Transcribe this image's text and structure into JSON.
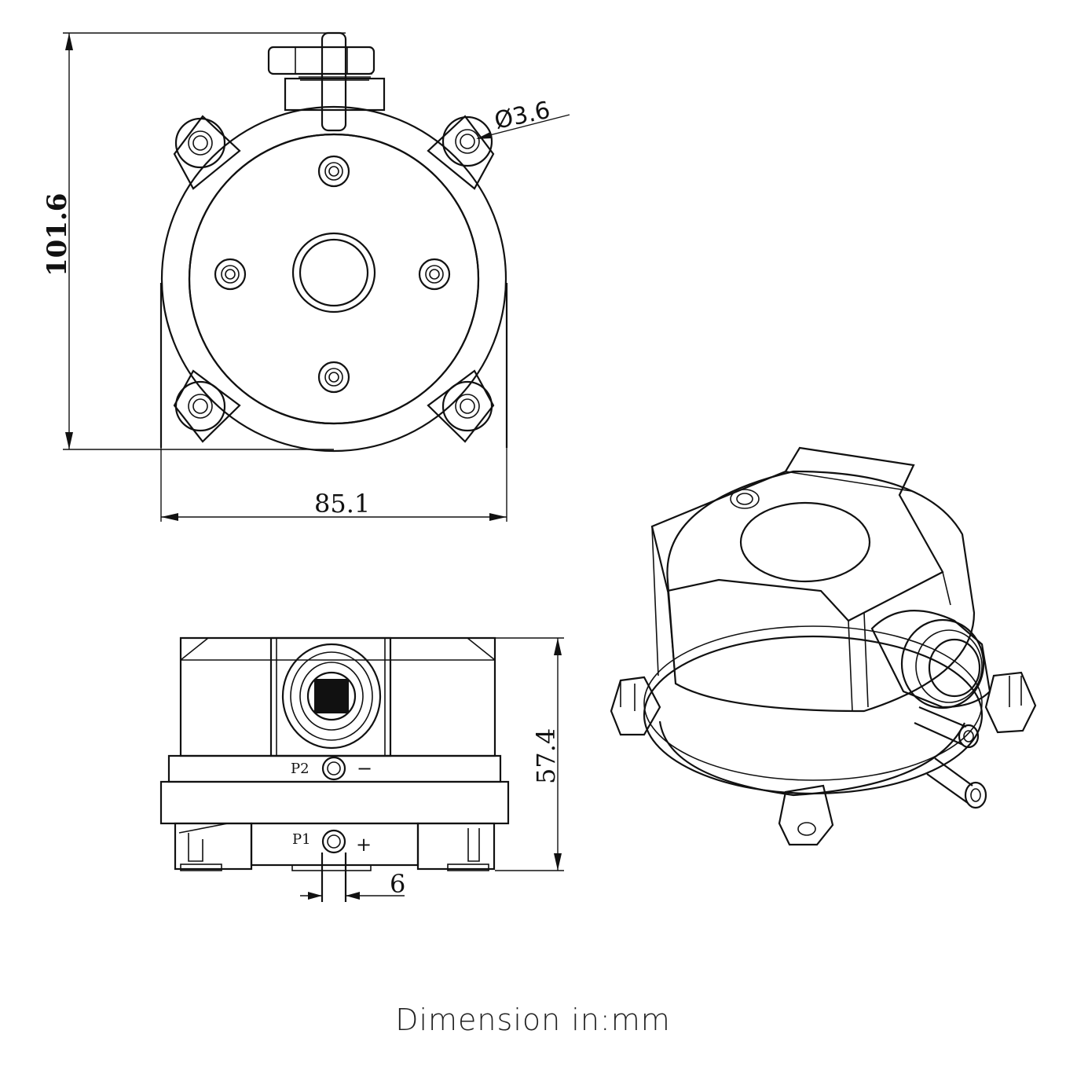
{
  "dimensions": {
    "height": "101.6",
    "width": "85.1",
    "hole_diameter": "Ø3.6",
    "depth": "57.4",
    "port_diameter": "6"
  },
  "ports": {
    "p2_label": "P2",
    "p2_sign": "−",
    "p1_label": "P1",
    "p1_sign": "+"
  },
  "caption": "Dimension in:mm"
}
